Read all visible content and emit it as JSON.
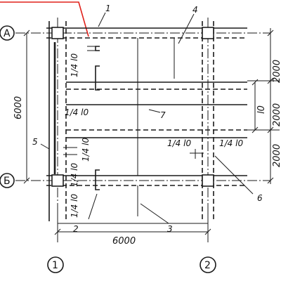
{
  "axes": {
    "rows": [
      "А",
      "Б"
    ],
    "cols": [
      "1",
      "2"
    ]
  },
  "dimensions": {
    "span_horizontal": "6000",
    "span_vertical": "6000",
    "right_spacing": [
      "2000",
      "2000",
      "2000"
    ],
    "l0": "l0"
  },
  "annotations": {
    "quarter_span": "1/4 l0"
  },
  "callouts": [
    "1",
    "2",
    "3",
    "4",
    "5",
    "6",
    "7"
  ],
  "colors": {
    "line": "#1a1a1a",
    "highlight": "#e0201a"
  }
}
